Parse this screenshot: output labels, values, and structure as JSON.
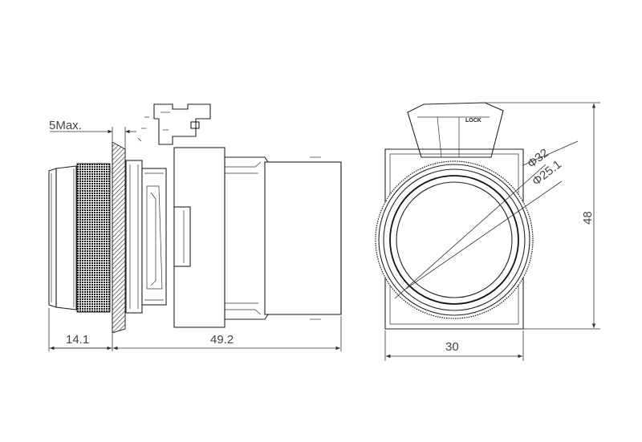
{
  "labels": {
    "max_offset": "5Max.",
    "front_depth": "14.1",
    "body_depth": "49.2",
    "height": "48",
    "width": "30",
    "outer_diameter": "Φ32",
    "inner_diameter": "Φ25.1",
    "lock_mark": "LOCK"
  }
}
